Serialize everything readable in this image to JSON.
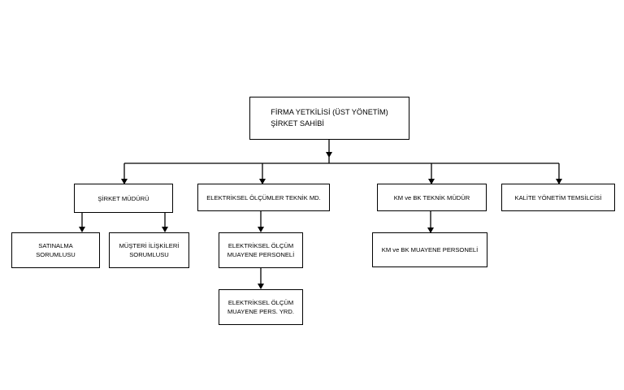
{
  "org_chart": {
    "top": {
      "line1": "FİRMA YETKİLİSİ (ÜST YÖNETİM)",
      "line2": "ŞİRKET SAHİBİ"
    },
    "sirket_muduru": "ŞİRKET MÜDÜRÜ",
    "elektriksel_olcumler_teknik_md": "ELEKTRİKSEL ÖLÇÜMLER TEKNİK MD.",
    "km_bk_teknik_mudur": "KM ve BK TEKNİK MÜDÜR",
    "kalite_yonetim_temsilcisi": "KALİTE YÖNETİM TEMSİLCİSİ",
    "satinalma_sorumlusu": {
      "line1": "SATINALMA",
      "line2": "SORUMLUSU"
    },
    "musteri_iliskileri_sorumlusu": {
      "line1": "MÜŞTERİ İLİŞKİLERİ",
      "line2": "SORUMLUSU"
    },
    "elektriksel_olcum_muayene_personeli": {
      "line1": "ELEKTRİKSEL ÖLÇÜM",
      "line2": "MUAYENE PERSONELİ"
    },
    "km_bk_muayene_personeli": "KM ve BK MUAYENE PERSONELİ",
    "elektriksel_olcum_muayene_pers_yrd": {
      "line1": "ELEKTRİKSEL ÖLÇÜM",
      "line2": "MUAYENE PERS. YRD."
    }
  }
}
